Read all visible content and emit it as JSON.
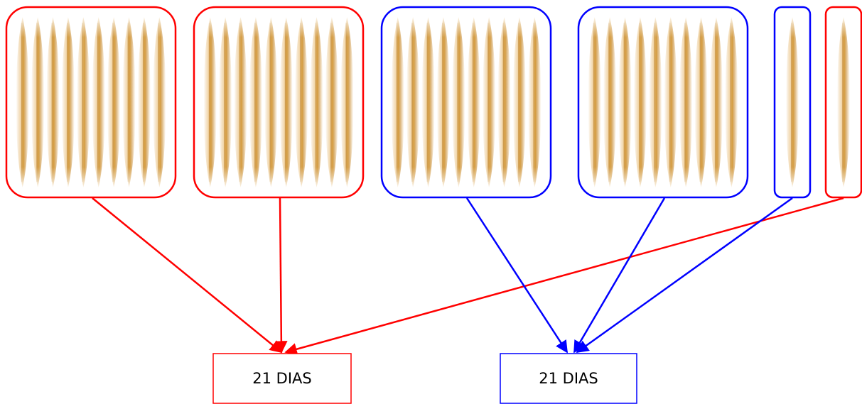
{
  "colors": {
    "group_a": "#ff0000",
    "group_b": "#0000ff",
    "stick": "#d9a04a",
    "background": "#ffffff"
  },
  "groups": [
    {
      "id": "group-a",
      "color_key": "group_a",
      "packs": [
        {
          "stick_count": 10
        },
        {
          "stick_count": 10
        },
        {
          "stick_count": 1
        }
      ],
      "result": {
        "label": "21 DIAS"
      }
    },
    {
      "id": "group-b",
      "color_key": "group_b",
      "packs": [
        {
          "stick_count": 10
        },
        {
          "stick_count": 10
        },
        {
          "stick_count": 1
        }
      ],
      "result": {
        "label": "21 DIAS"
      }
    }
  ]
}
